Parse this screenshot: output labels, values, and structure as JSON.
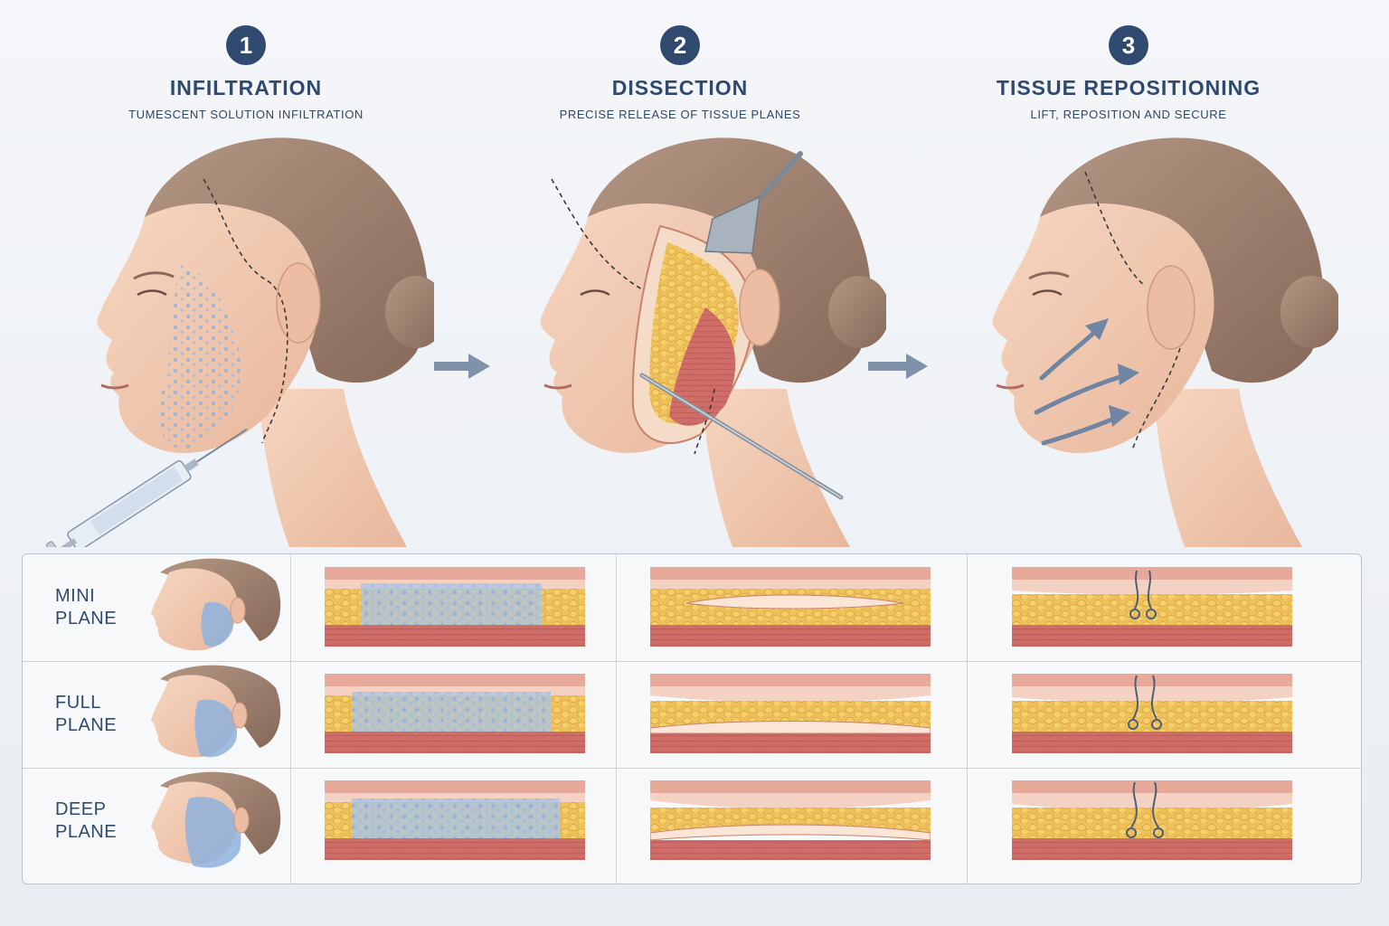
{
  "steps": [
    {
      "number": "1",
      "title": "INFILTRATION",
      "subtitle": "TUMESCENT SOLUTION INFILTRATION"
    },
    {
      "number": "2",
      "title": "DISSECTION",
      "subtitle": "PRECISE RELEASE OF TISSUE PLANES"
    },
    {
      "number": "3",
      "title": "TISSUE REPOSITIONING",
      "subtitle": "LIFT, REPOSITION AND SECURE"
    }
  ],
  "rows": [
    {
      "line1": "MINI",
      "line2": "PLANE"
    },
    {
      "line1": "FULL",
      "line2": "PLANE"
    },
    {
      "line1": "DEEP",
      "line2": "PLANE"
    }
  ],
  "colors": {
    "accent": "#2f4a6e",
    "skin": "#f1c9b0",
    "hair": "#9c7f6b",
    "fat": "#efc15a",
    "muscle": "#cf6e68",
    "fluid": "#a9c4e6",
    "arrow": "#7f93ad"
  }
}
